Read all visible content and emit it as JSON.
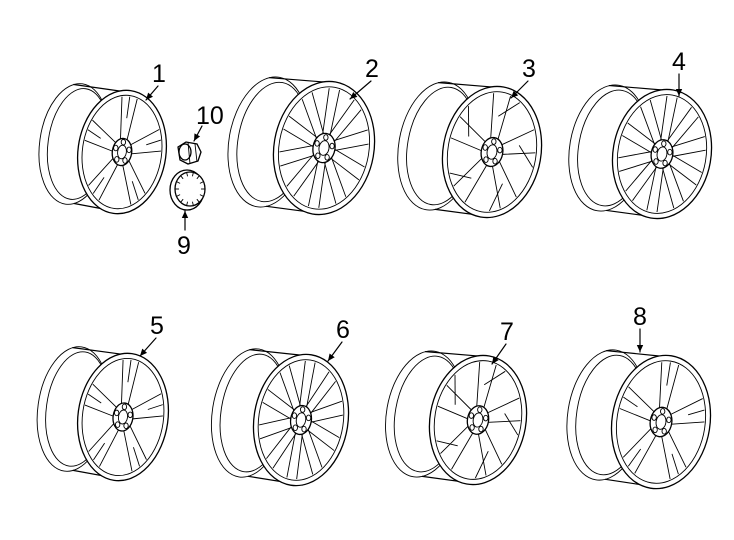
{
  "parts": [
    {
      "label": "1"
    },
    {
      "label": "2"
    },
    {
      "label": "3"
    },
    {
      "label": "4"
    },
    {
      "label": "5"
    },
    {
      "label": "6"
    },
    {
      "label": "7"
    },
    {
      "label": "8"
    },
    {
      "label": "9"
    },
    {
      "label": "10"
    }
  ],
  "colors": {
    "line": "#000000",
    "background": "#ffffff"
  }
}
